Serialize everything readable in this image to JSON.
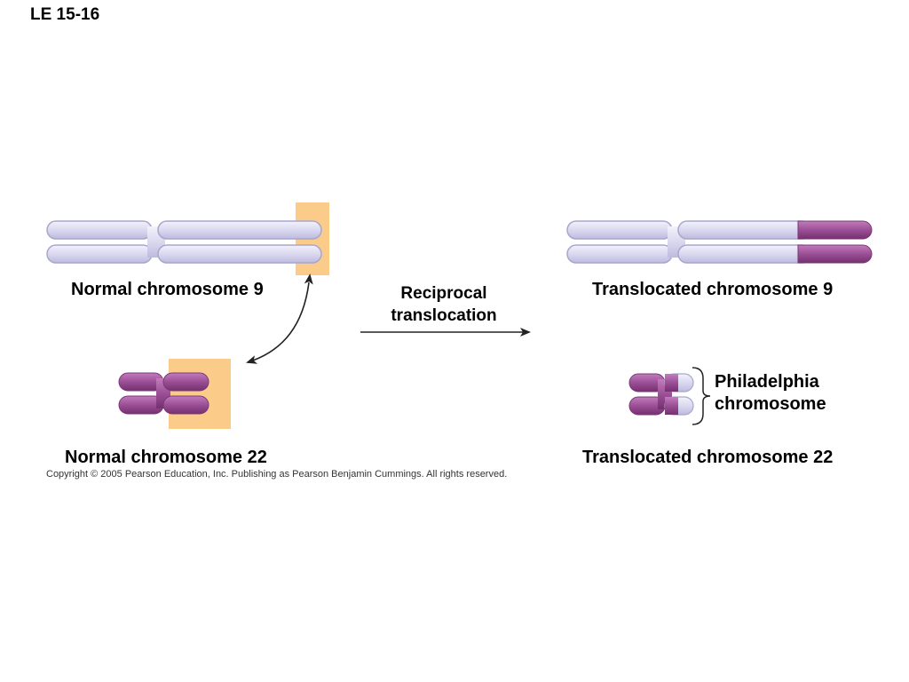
{
  "title": "LE 15-16",
  "labels": {
    "normal_chr9": "Normal chromosome 9",
    "normal_chr22": "Normal chromosome 22",
    "translocated_chr9": "Translocated chromosome 9",
    "translocated_chr22": "Translocated chromosome 22",
    "reciprocal_line1": "Reciprocal",
    "reciprocal_line2": "translocation",
    "philadelphia_line1": "Philadelphia",
    "philadelphia_line2": "chromosome"
  },
  "copyright": "Copyright ©  2005 Pearson Education, Inc. Publishing as Pearson Benjamin Cummings. All rights reserved.",
  "colors": {
    "chr9_fill": "#dcdaf0",
    "chr9_stroke": "#a9a6cc",
    "chr22_fill": "#9b4f96",
    "chr22_stroke": "#7a3877",
    "highlight": "#fbcb8a",
    "arrow": "#222222"
  }
}
